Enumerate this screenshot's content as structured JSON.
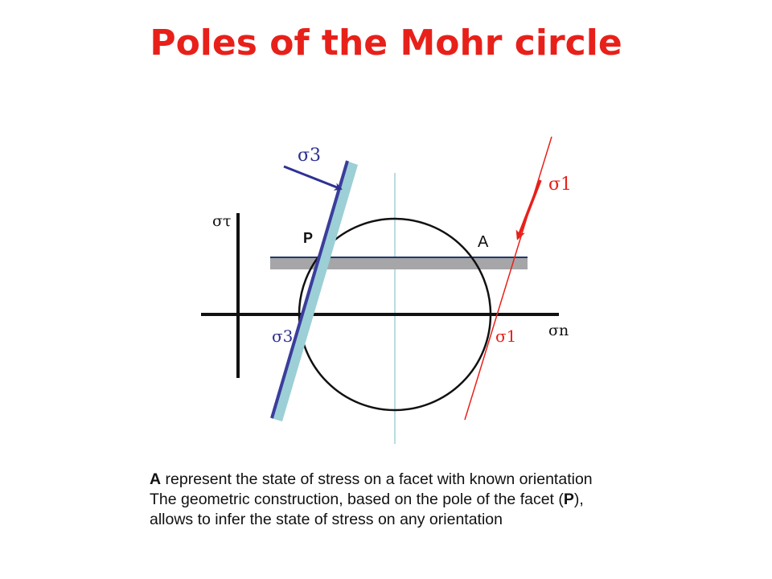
{
  "title": "Poles of the Mohr circle",
  "labels": {
    "sigma3_top": "σ3",
    "sigma1_top": "σ1",
    "sigma_tau": "στ",
    "pole_p": "P",
    "point_a": "A",
    "sigma3_axis": "σ3",
    "sigma1_axis": "σ1",
    "sigma_n": "σn"
  },
  "caption": {
    "line1_bold": "A",
    "line1_rest": " represent the state of stress on a facet with known orientation",
    "line2": "The geometric construction, based on the pole of the facet (",
    "line2_bold": "P",
    "line2_end": "),",
    "line3": "allows to infer the state of stress on any orientation"
  },
  "colors": {
    "title": "#e8201a",
    "sigma1": "#e8201a",
    "sigma3_arrow": "#2e3192",
    "facet_line": "#3b3d9c",
    "facet_band": "#9ccfd6",
    "horizontal_band": "#a6a6a8",
    "horizontal_line": "#1f3a6e",
    "axes": "#111111",
    "center_line": "#b9dde1"
  },
  "icons": {
    "sigma3_arrow": "arrow-right-icon",
    "sigma1_arrow": "arrow-down-left-icon"
  }
}
